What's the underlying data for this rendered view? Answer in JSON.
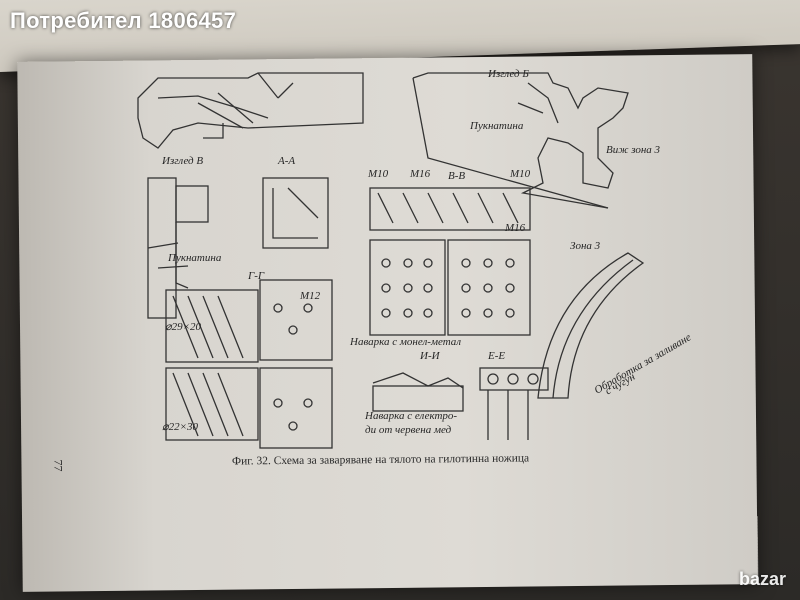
{
  "watermark": "Потребител 1806457",
  "logo": "bazar",
  "caption": "Фиг. 32. Схема за заваряване на тялото на гилотинна ножица",
  "page_number": "77",
  "labels": {
    "izgled_b": "Изглед В",
    "aa": "А-А",
    "izgled_b2": "Изглед Б",
    "pukhnatina_top": "Пукнатина",
    "viz_zona": "Виж зона 3",
    "pukhnatina_left": "Пукнатина",
    "gg": "Г-Г",
    "m10_a": "М10",
    "m16": "М16",
    "bb": "В-В",
    "m10_b": "М10",
    "m16_b": "М16",
    "navarka_monel": "Наварка с монел-метал",
    "ii": "И-И",
    "ee": "Е-Е",
    "navarka_elektro_1": "Наварка с електро-",
    "navarka_elektro_2": "ди от червена мед",
    "zona3": "Зона 3",
    "obrabotka_1": "Обработка за заливане",
    "obrabotka_2": "с чугун",
    "m12": "М12",
    "d29": "⌀29×20",
    "d22": "⌀22×30"
  }
}
